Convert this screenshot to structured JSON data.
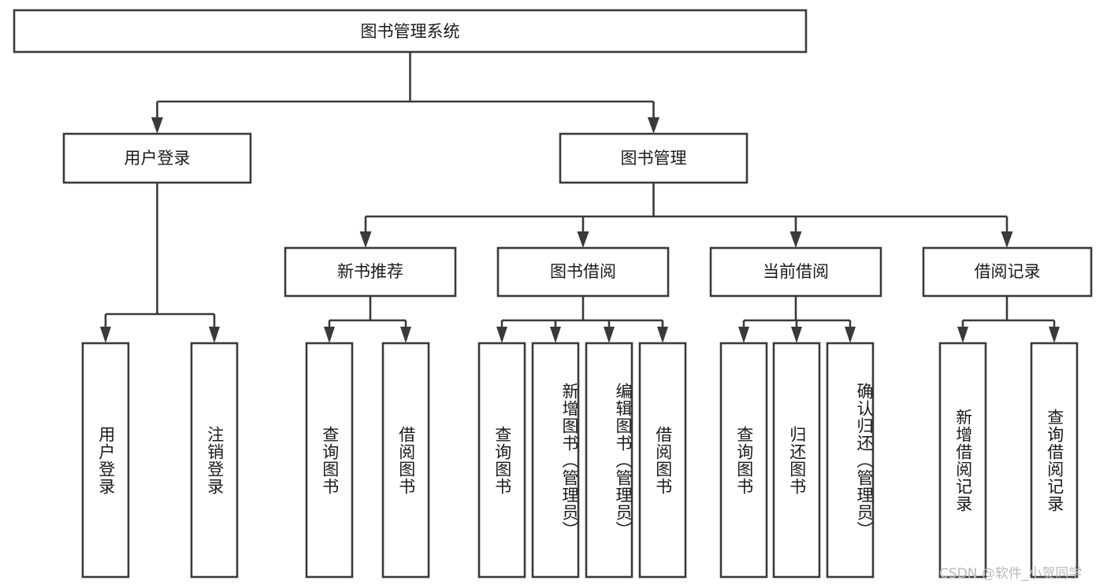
{
  "diagram": {
    "title": "图书管理系统",
    "type": "hierarchy-tree",
    "watermark": "CSDN @软件_小贺同学",
    "colors": {
      "stroke": "#3a3a3a",
      "fill": "#ffffff",
      "text": "#1a1a1a",
      "watermark": "#b9b9b9",
      "background": "#ffffff"
    },
    "root": {
      "label": "图书管理系统"
    },
    "level1": [
      {
        "label": "用户登录"
      },
      {
        "label": "图书管理"
      }
    ],
    "level2": [
      {
        "label": "新书推荐"
      },
      {
        "label": "图书借阅"
      },
      {
        "label": "当前借阅"
      },
      {
        "label": "借阅记录"
      }
    ],
    "leaves": {
      "user_login": [
        {
          "label": "用户登录"
        },
        {
          "label": "注销登录"
        }
      ],
      "new_book_recommend": [
        {
          "label": "查询图书"
        },
        {
          "label": "借阅图书"
        }
      ],
      "book_borrow": [
        {
          "label": "查询图书"
        },
        {
          "label": "新增图书（管理员）"
        },
        {
          "label": "编辑图书（管理员）"
        },
        {
          "label": "借阅图书"
        }
      ],
      "current_borrow": [
        {
          "label": "查询图书"
        },
        {
          "label": "归还图书"
        },
        {
          "label": "确认归还（管理员）"
        }
      ],
      "borrow_record": [
        {
          "label": "新增借阅记录"
        },
        {
          "label": "查询借阅记录"
        }
      ]
    }
  }
}
